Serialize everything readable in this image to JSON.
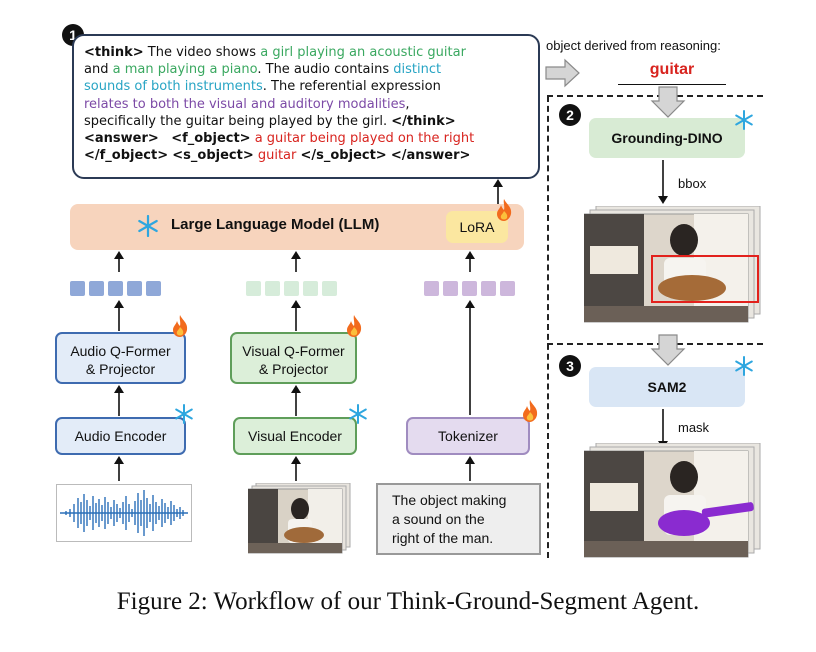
{
  "think_panel": {
    "step_number": "1",
    "line1": {
      "tag": "<think>",
      "t1": " The video shows ",
      "g1": "a girl playing an acoustic guitar"
    },
    "line2": {
      "t1": "and ",
      "g2": "a man playing a piano",
      "t2": ". The audio contains ",
      "c1": "distinct"
    },
    "line3": {
      "c2": "sounds of both instruments",
      "t1": ". The referential expression"
    },
    "line4": {
      "p1": "relates to both the visual and auditory modalities",
      "t1": ","
    },
    "line5": {
      "t1": "specifically the guitar being played by the girl. ",
      "tag": "</think>"
    },
    "line6": {
      "tag1": "<answer>",
      "tag2": "<f_object>",
      "r1": " a guitar being played on the right"
    },
    "line7": {
      "tag1": "</f_object>",
      "tag2": "<s_object>",
      "r2": " guitar ",
      "tag3": "</s_object>",
      "tag4": "</answer>"
    }
  },
  "llm": {
    "label": "Large Language Model (LLM)",
    "lora": "LoRA"
  },
  "audio": {
    "qformer_line1": "Audio Q-Former",
    "qformer_line2": "& Projector",
    "encoder": "Audio Encoder"
  },
  "visual": {
    "qformer_line1": "Visual Q-Former",
    "qformer_line2": "& Projector",
    "encoder": "Visual Encoder"
  },
  "text": {
    "tokenizer": "Tokenizer",
    "query_line1": "The object making",
    "query_line2": "a sound on the",
    "query_line3": "right of the man."
  },
  "reasoning": {
    "label": "object derived from reasoning:",
    "object": "guitar"
  },
  "grounding": {
    "step_number": "2",
    "model": "Grounding-DINO",
    "output": "bbox"
  },
  "segment": {
    "step_number": "3",
    "model": "SAM2",
    "output": "mask"
  },
  "caption": "Figure 2: Workflow of our Think-Ground-Segment Agent.",
  "colors": {
    "audio_token": "#8fa8d8",
    "visual_token": "#d6ecda",
    "text_token": "#cdb7dc",
    "audio_box": "#e3ecf8",
    "audio_border": "#3e6bb0",
    "visual_box": "#dcefd9",
    "visual_border": "#5f9e5a",
    "text_box": "#e4dbef",
    "text_border": "#a08cc0",
    "grounding_box": "#d8ebd4",
    "sam_box": "#d9e6f5",
    "snowflake": "#2ea6df",
    "fire": "#f26b1d",
    "bbox": "#e2211c",
    "mask": "#8a2bd0"
  },
  "icons": [
    "snowflake-icon",
    "fire-icon",
    "waveform-icon",
    "video-frames-icon",
    "arrow-right-icon",
    "arrow-down-icon"
  ]
}
